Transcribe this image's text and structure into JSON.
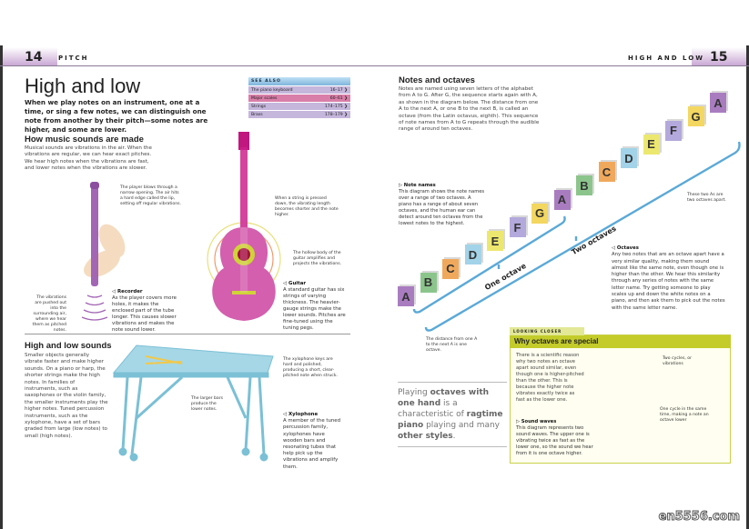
{
  "header": {
    "left_page_number": "14",
    "left_running_head": "PITCH",
    "right_running_head": "HIGH AND LOW",
    "right_page_number": "15"
  },
  "title": "High and low",
  "intro": "When we play notes on an instrument, one at a time, or sing a few notes, we can distinguish one note from another by their pitch—some notes are higher, and some are lower.",
  "see_also": {
    "title": "SEE ALSO",
    "items": [
      {
        "label": "The piano keyboard",
        "pages": "16–17 ❯"
      },
      {
        "label": "Major scales",
        "pages": "60–61 ❯"
      },
      {
        "label": "Strings",
        "pages": "174–175 ❯"
      },
      {
        "label": "Brass",
        "pages": "178–179 ❯"
      }
    ]
  },
  "how_sounds": {
    "heading": "How music sounds are made",
    "body": "Musical sounds are vibrations in the air. When the vibrations are regular, we can hear exact pitches. We hear high notes when the vibrations are fast, and lower notes when the vibrations are slower."
  },
  "recorder": {
    "cap_top": "The player blows through a narrow opening. The air hits a hard edge called the lip, setting off regular vibrations.",
    "cap_left": "The vibrations are pushed out into the surrounding air, where we hear them as pitched notes.",
    "title": "◁ Recorder",
    "body": "As the player covers more holes, it makes the enclosed part of the tube longer. This causes slower vibrations and makes the note sound lower."
  },
  "guitar": {
    "cap_neck": "When a string is pressed down, the vibrating length becomes shorter and the note higher.",
    "cap_body": "The hollow body of the guitar amplifies and projects the vibrations.",
    "title": "◁ Guitar",
    "body": "A standard guitar has six strings of varying thickness. The heavier-gauge strings make the lower sounds. Pitches are fine-tuned using the tuning pegs."
  },
  "high_low": {
    "heading": "High and low sounds",
    "body": "Smaller objects generally vibrate faster and make higher sounds. On a piano or harp, the shorter strings make the high notes. In families of instruments, such as saxophones or the violin family, the smaller instruments play the higher notes. Tuned percussion instruments, such as the xylophone, have a set of bars graded from large (low notes) to small (high notes)."
  },
  "xylophone": {
    "cap_keys": "The xylophone keys are hard and polished, producing a short, clear-pitched note when struck.",
    "cap_bars": "The larger bars produce the lower notes.",
    "title": "◁ Xylophone",
    "body": "A member of the tuned percussion family, xylophones have wooden bars and resonating tubes that help pick up the vibrations and amplify them."
  },
  "notes_octaves": {
    "heading": "Notes and octaves",
    "body": "Notes are named using seven letters of the alphabet from A to G. After G, the sequence starts again with A, as shown in the diagram below. The distance from one A to the next A, or one B to the next B, is called an octave (from the Latin octavus, eighth). This sequence of note names from A to G repeats through the audible range of around ten octaves."
  },
  "note_names": {
    "title": "▷ Note names",
    "body": "This diagram shows the note names over a range of two octaves. A piano has a range of about seven octaves, and the human ear can detect around ten octaves from the lowest notes to the highest."
  },
  "notes": [
    "A",
    "B",
    "C",
    "D",
    "E",
    "F",
    "G",
    "A",
    "B",
    "C",
    "D",
    "E",
    "F",
    "G",
    "A"
  ],
  "note_colors": {
    "A": "#a97cc0",
    "B": "#8cc58c",
    "C": "#f0a95c",
    "D": "#a2d3e8",
    "E": "#ece86f",
    "F": "#b4a9dc",
    "G": "#f3d760"
  },
  "diagram": {
    "one_octave": "One octave",
    "two_octaves": "Two octaves",
    "cap_two": "These two As are two octaves apart.",
    "cap_one": "The distance from one A to the next A is one octave."
  },
  "octaves": {
    "title": "◁ Octaves",
    "body": "Any two notes that are an octave apart have a very similar quality, making them sound almost like the same note, even though one is higher than the other. We hear this similarity through any series of notes with the same letter name. Try getting someone to play scales up and down the white notes on a piano, and then ask them to pick out the notes with the same letter name."
  },
  "quote": {
    "p1": "Playing ",
    "b1": "octaves with one hand",
    "p2": " is a characteristic of ",
    "b2": "ragtime piano",
    "p3": " playing and many ",
    "b3": "other styles",
    "p4": "."
  },
  "looking_closer": {
    "tab": "LOOKING CLOSER",
    "title": "Why octaves are special",
    "body": "There is a scientific reason why two notes an octave apart sound similar, even though one is higher-pitched than the other. This is because the higher note vibrates exactly twice as fast as the lower one.",
    "waves_title": "▷ Sound waves",
    "waves_body": "This diagram represents two sound waves. The upper one is vibrating twice as fast as the lower one, so the sound we hear from it is one octave higher.",
    "cap_two_cycles": "Two cycles, or vibrations",
    "cap_one_cycle": "One cycle in the same time, making a note an octave lower"
  },
  "watermark": "en5556.com"
}
